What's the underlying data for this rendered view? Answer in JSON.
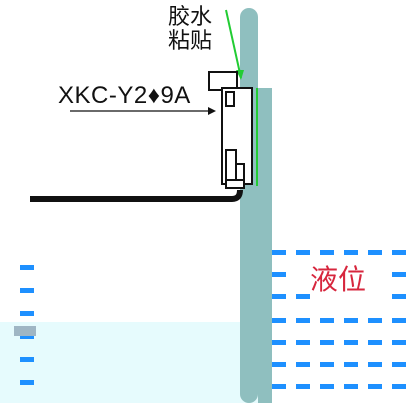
{
  "labels": {
    "glue": "胶水粘贴",
    "model": "XKC-Y2♦9A",
    "liquid": "液位"
  },
  "colors": {
    "wall": "#8fbfbf",
    "container_wall": "#7fb3b3",
    "glue_accent": "#22cc33",
    "liquid_fill": "#e6fbfd",
    "liquid_dash": "#1e90ff",
    "liquid_text": "#d7263d",
    "sensor_outline": "#111111",
    "cable": "#111111"
  }
}
